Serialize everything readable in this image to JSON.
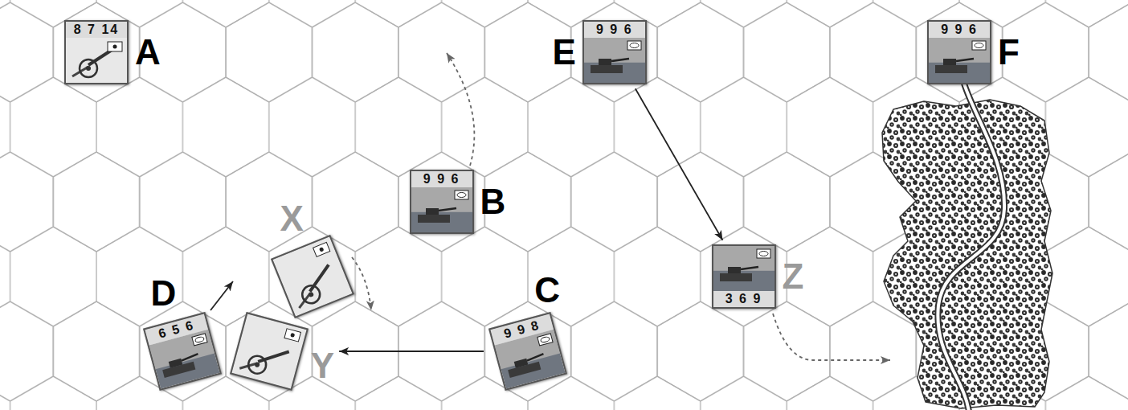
{
  "diagram": {
    "nodes": [
      {
        "text": [
          "A",
          "8 7 14"
        ]
      },
      {
        "text": [
          "E",
          "9 9 6"
        ]
      },
      {
        "text": [
          "F",
          "9 9 6"
        ]
      },
      {
        "text": [
          "B",
          "9 9 6"
        ]
      },
      {
        "text": [
          "X"
        ]
      },
      {
        "text": [
          "Z",
          "3 6 9"
        ]
      },
      {
        "text": [
          "D",
          "6 5 6"
        ]
      },
      {
        "text": [
          "Y"
        ]
      },
      {
        "text": [
          "C",
          "9 9 8"
        ]
      }
    ],
    "edges": [
      {
        "from": 1,
        "to": 5,
        "arrow": "to"
      },
      {
        "from": 8,
        "to": 7,
        "arrow": "to"
      }
    ]
  }
}
